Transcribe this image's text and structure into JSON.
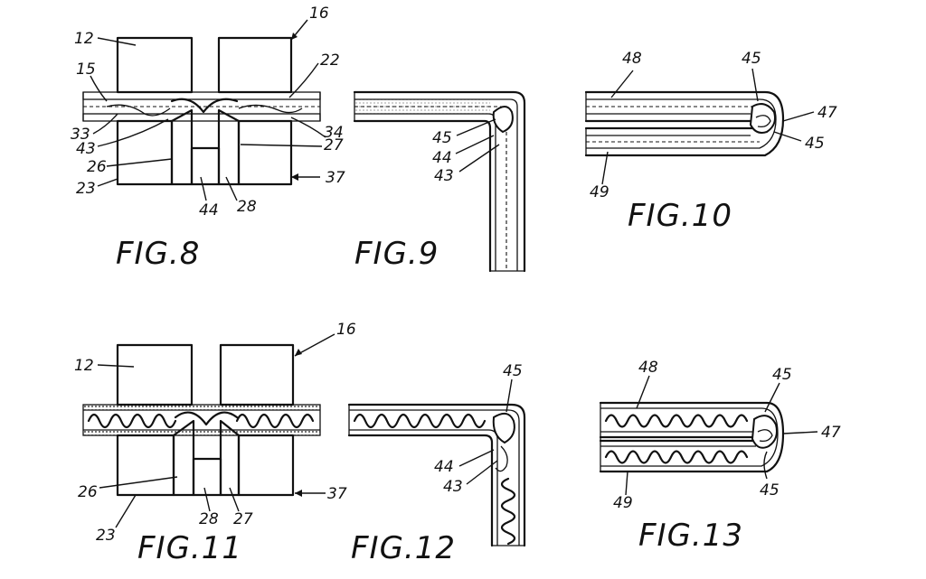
{
  "figures": [
    {
      "id": "fig8",
      "label": "FIG.8",
      "refs": [
        "12",
        "16",
        "15",
        "22",
        "33",
        "34",
        "43",
        "27",
        "26",
        "37",
        "23",
        "44",
        "28"
      ]
    },
    {
      "id": "fig9",
      "label": "FIG.9",
      "refs": [
        "45",
        "44",
        "43"
      ]
    },
    {
      "id": "fig10",
      "label": "FIG.10",
      "refs": [
        "48",
        "45",
        "47",
        "45",
        "49"
      ]
    },
    {
      "id": "fig11",
      "label": "FIG.11",
      "refs": [
        "12",
        "16",
        "26",
        "37",
        "28",
        "27",
        "23"
      ]
    },
    {
      "id": "fig12",
      "label": "FIG.12",
      "refs": [
        "45",
        "44",
        "43"
      ]
    },
    {
      "id": "fig13",
      "label": "FIG.13",
      "refs": [
        "48",
        "45",
        "47",
        "45",
        "49"
      ]
    }
  ]
}
